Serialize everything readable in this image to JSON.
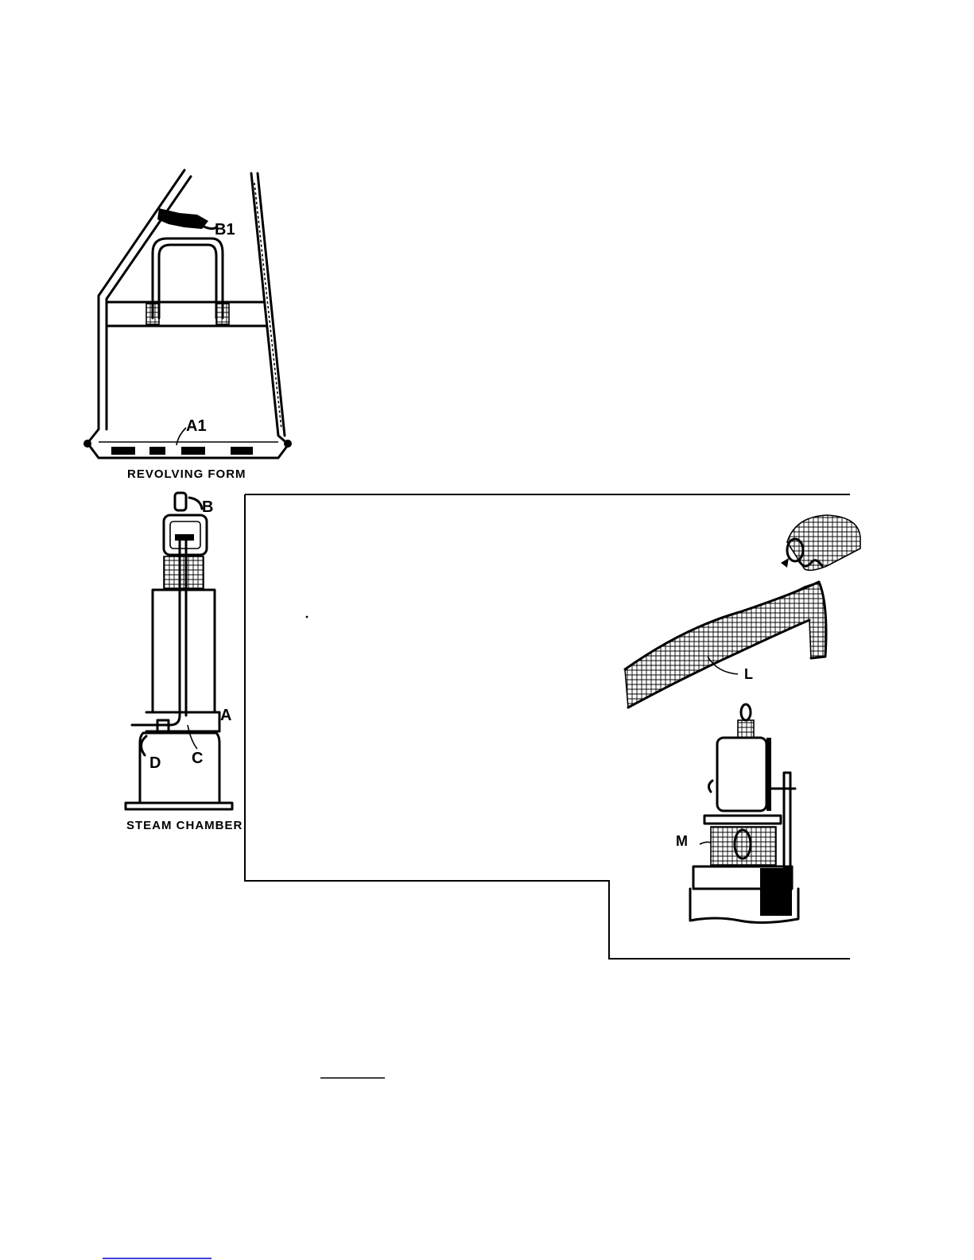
{
  "figures": {
    "revolving_form": {
      "caption": "REVOLVING FORM",
      "labels": [
        "B1",
        "A1"
      ]
    },
    "steam_chamber": {
      "caption": "STEAM CHAMBER",
      "labels": [
        "B",
        "A",
        "C",
        "D"
      ]
    },
    "detail_box": {
      "labels": [
        "L",
        "M"
      ]
    }
  },
  "colors": {
    "ink": "#000000",
    "paper": "#ffffff",
    "bottom_rule": "#0000cc"
  }
}
